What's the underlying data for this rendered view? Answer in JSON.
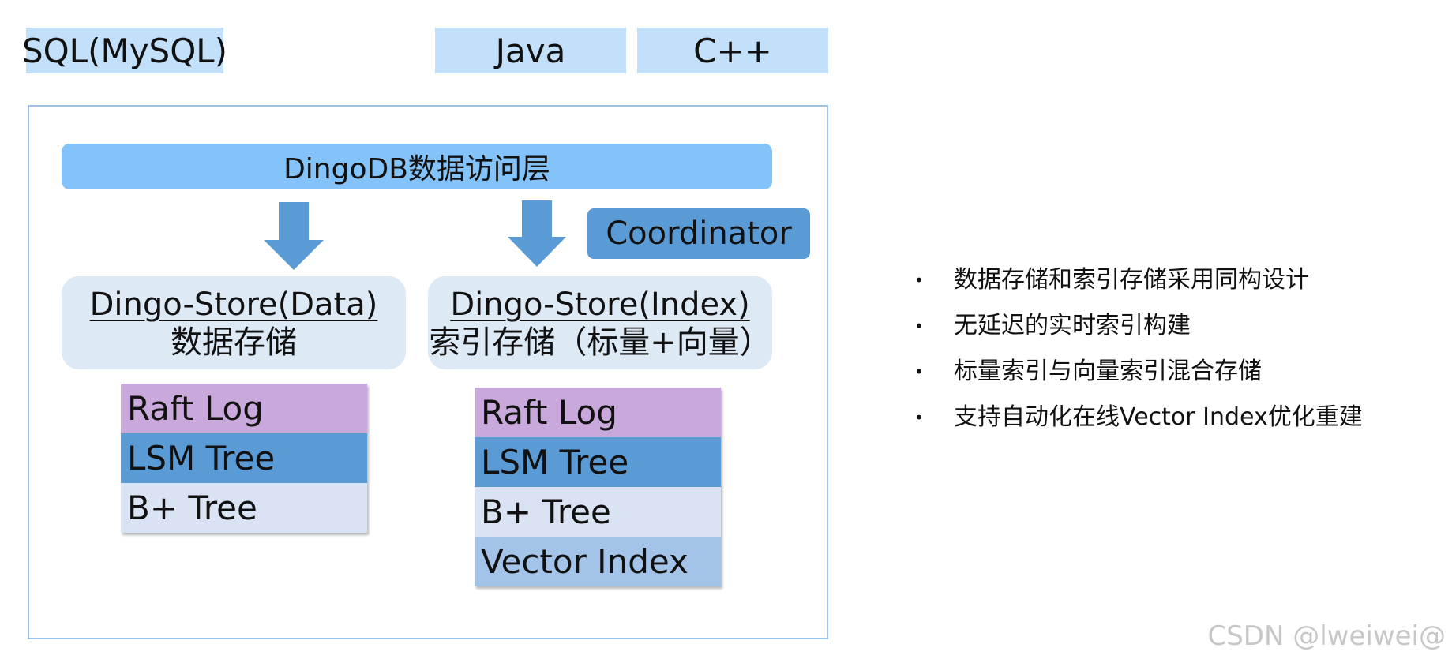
{
  "top_boxes": {
    "sql": "SQL(MySQL)",
    "java": "Java",
    "cpp": "C++"
  },
  "access_layer": {
    "label": "DingoDB数据访问层"
  },
  "coordinator": {
    "label": "Coordinator"
  },
  "store_data": {
    "title": "Dingo-Store(Data)",
    "subtitle": "数据存储",
    "layers": [
      "Raft Log",
      "LSM Tree",
      "B+ Tree"
    ]
  },
  "store_index": {
    "title": "Dingo-Store(Index)",
    "subtitle": "索引存储（标量+向量）",
    "layers": [
      "Raft Log",
      "LSM Tree",
      "B+ Tree",
      "Vector Index"
    ]
  },
  "bullets": [
    "数据存储和索引存储采用同构设计",
    "无延迟的实时索引构建",
    "标量索引与向量索引混合存储",
    "支持自动化在线Vector Index优化重建"
  ],
  "bullet_symbol": "•",
  "watermark": "CSDN @lweiwei@",
  "colors": {
    "lang_box": "#c2e0fa",
    "access_layer": "#84c3fa",
    "coordinator": "#5b9bd5",
    "store_box": "#dee9f6",
    "raft_log": "#c9a9dc",
    "lsm_tree": "#5b9bd5",
    "b_plus_tree": "#dae3f3",
    "vector_index": "#a3c4e8",
    "arrow": "#5b9bd5",
    "frame_border": "#9cc2e5"
  },
  "icons": {
    "arrow": "down-arrow-icon"
  }
}
